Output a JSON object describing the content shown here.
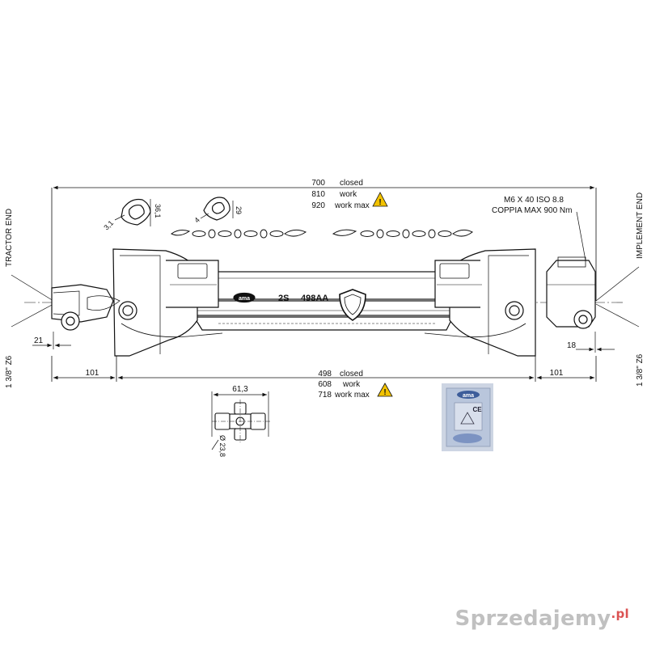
{
  "labels": {
    "tractor_end": "TRACTOR END",
    "implement_end": "IMPLEMENT END",
    "spline_left": "1 3/8\" Z6",
    "spline_right": "1 3/8\" Z6",
    "bolt_spec": "M6 X 40 ISO 8.8",
    "torque": "COPPIA MAX  900 Nm",
    "shaft_marking_model": "2S",
    "shaft_marking_code": "498AA",
    "brand": "ama"
  },
  "overall_length": {
    "closed_value": "700",
    "closed_label": "closed",
    "work_value": "810",
    "work_label": "work",
    "max_value": "920",
    "max_label": "work max"
  },
  "tube_length": {
    "closed_value": "498",
    "closed_label": "closed",
    "work_value": "608",
    "work_label": "work",
    "max_value": "718",
    "max_label": "work max"
  },
  "dimensions": {
    "end_left": "101",
    "end_right": "101",
    "offset_left": "21",
    "offset_right": "18",
    "profile1_a": "3,1",
    "profile1_b": "36,1",
    "profile2_a": "4",
    "profile2_b": "29",
    "cross_width": "61,3",
    "cross_diameter": "Ø 23,8"
  },
  "sticker": {
    "brand": "ama",
    "ce": "CE"
  },
  "watermark": {
    "text": "Sprzedajemy",
    "suffix": ".pl"
  },
  "colors": {
    "warning": "#f2c200",
    "sticker_bg": "#b9c6dc",
    "watermark": "#8c8c8c"
  }
}
